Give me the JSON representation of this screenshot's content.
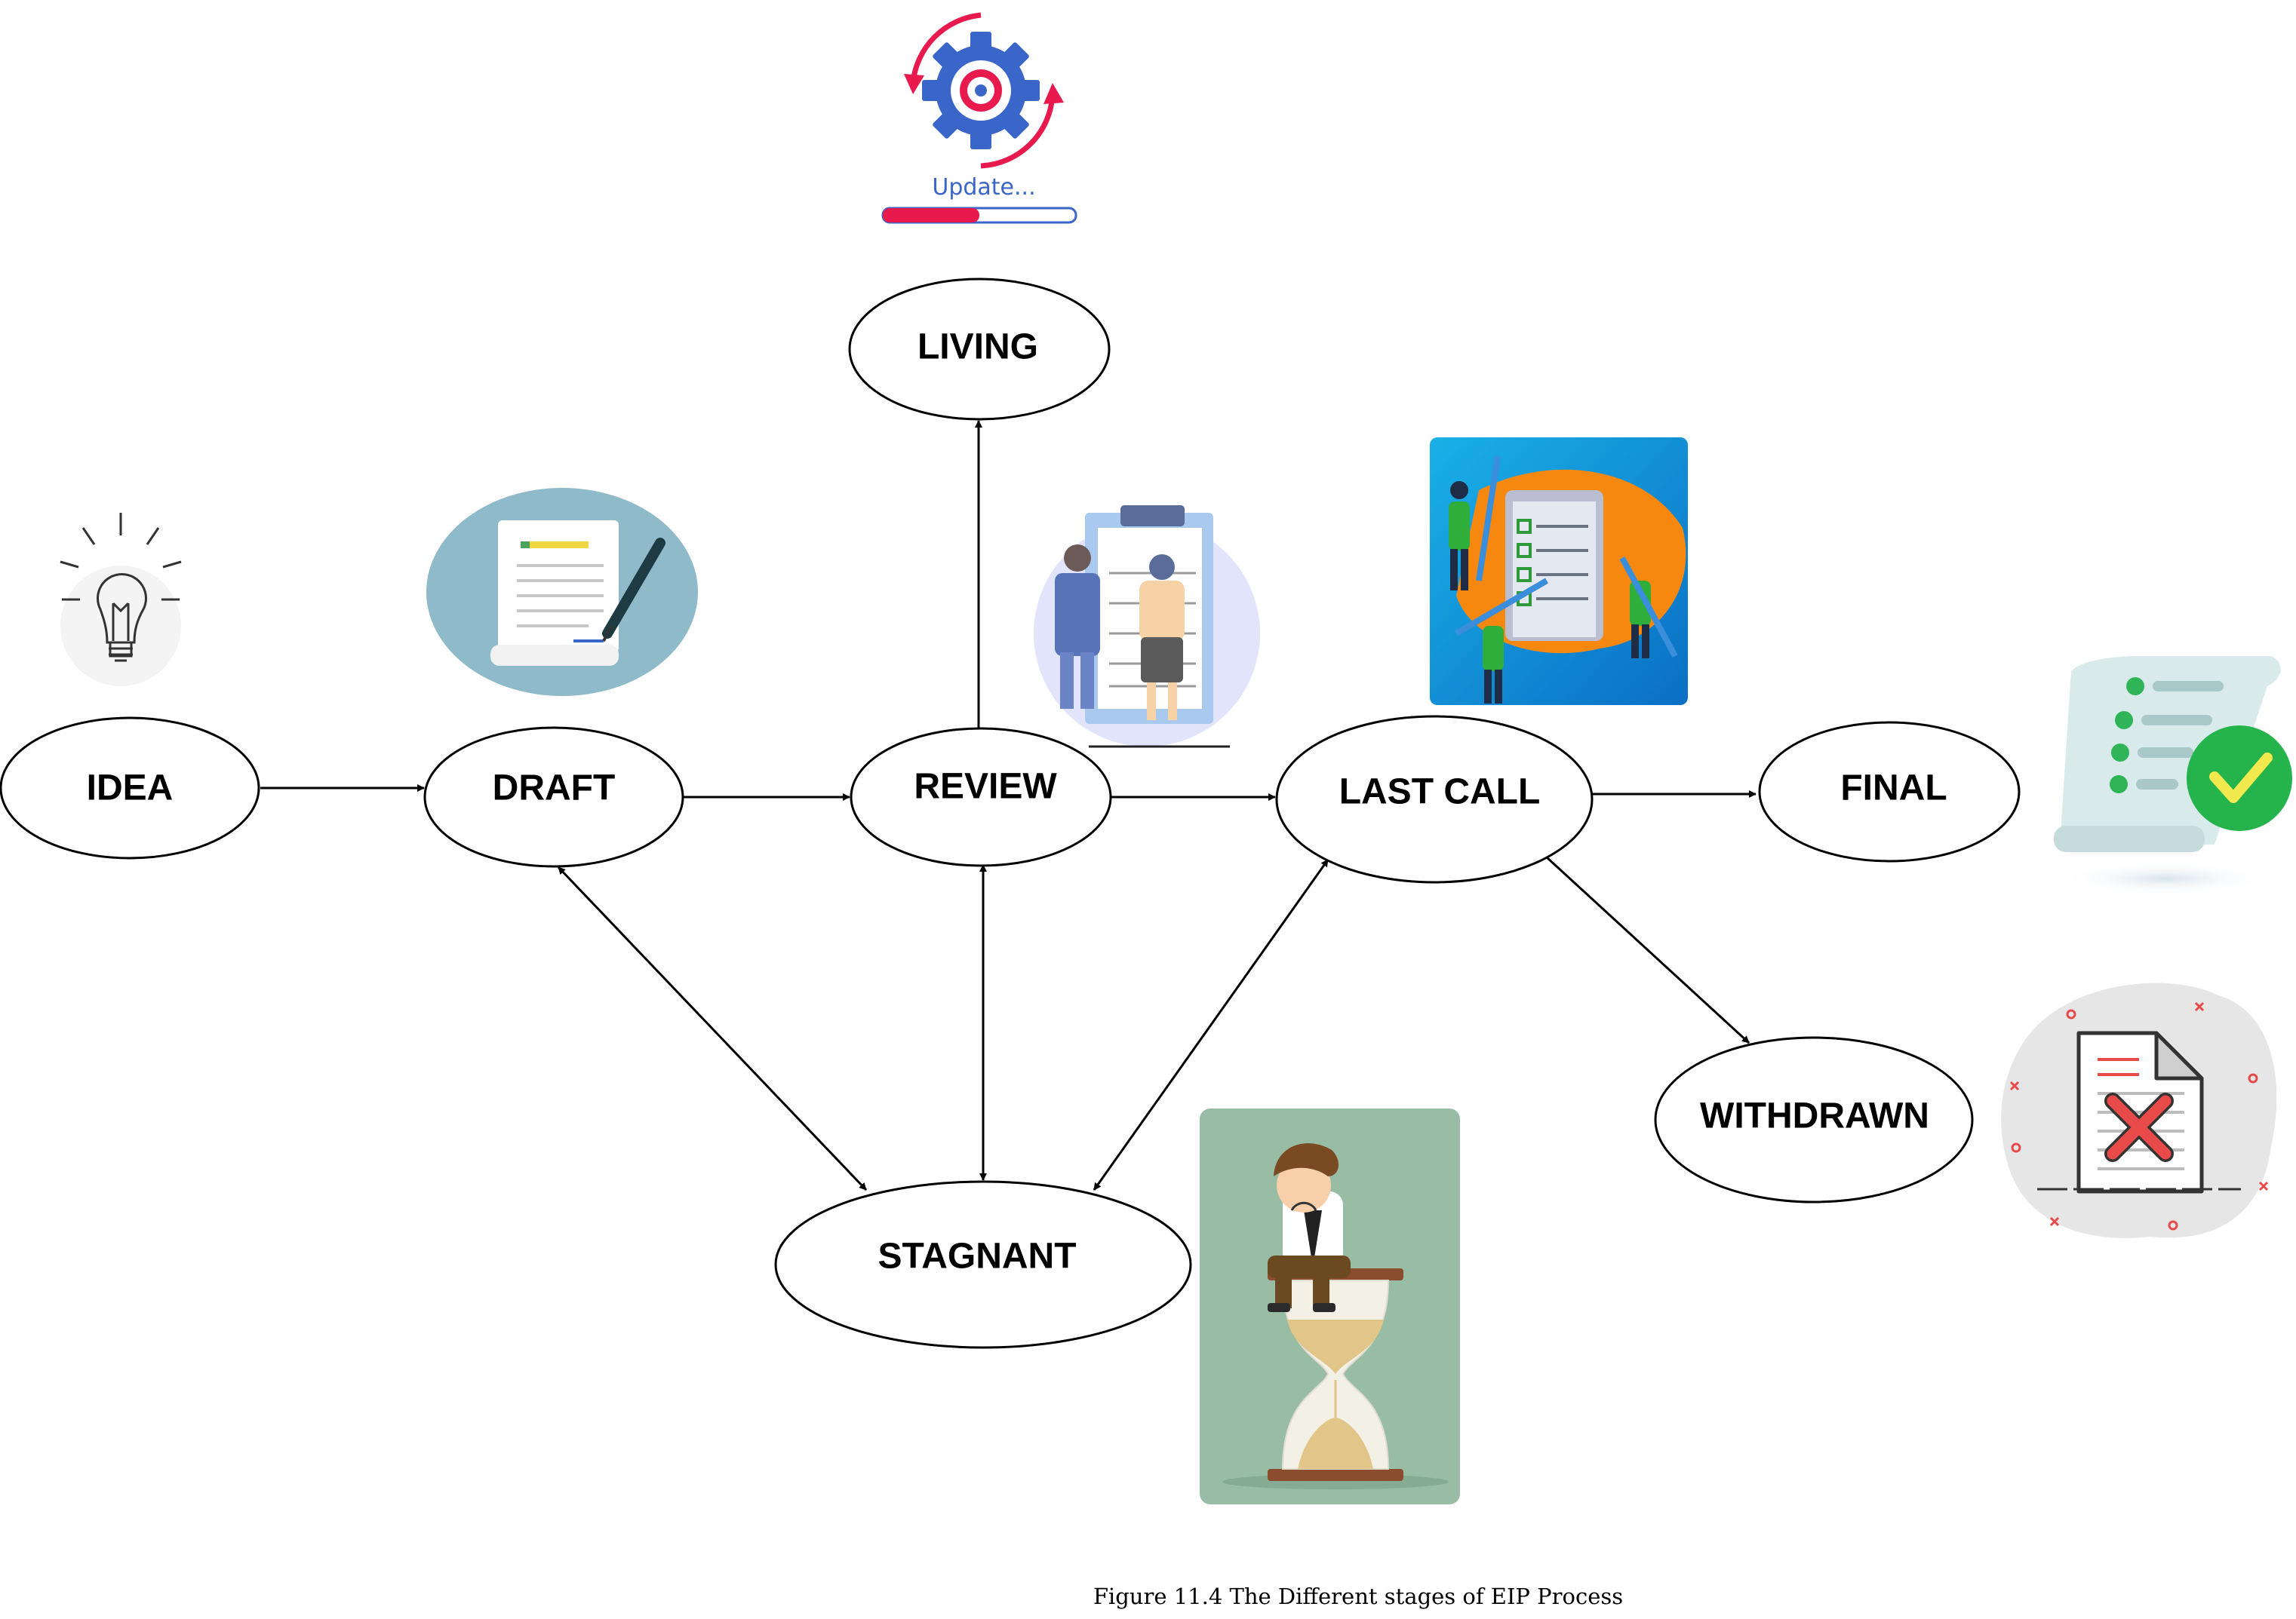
{
  "nodes": [
    {
      "id": "idea",
      "label": "IDEA"
    },
    {
      "id": "draft",
      "label": "DRAFT"
    },
    {
      "id": "review",
      "label": "REVIEW"
    },
    {
      "id": "living",
      "label": "LIVING"
    },
    {
      "id": "last-call",
      "label": "LAST CALL"
    },
    {
      "id": "final",
      "label": "FINAL"
    },
    {
      "id": "withdrawn",
      "label": "WITHDRAWN"
    },
    {
      "id": "stagnant",
      "label": "STAGNANT"
    }
  ],
  "edges": [
    {
      "from": "idea",
      "to": "draft",
      "direction": "forward"
    },
    {
      "from": "draft",
      "to": "review",
      "direction": "forward"
    },
    {
      "from": "review",
      "to": "living",
      "direction": "forward"
    },
    {
      "from": "review",
      "to": "last-call",
      "direction": "forward"
    },
    {
      "from": "last-call",
      "to": "final",
      "direction": "forward"
    },
    {
      "from": "last-call",
      "to": "withdrawn",
      "direction": "forward"
    },
    {
      "from": "draft",
      "to": "stagnant",
      "direction": "both"
    },
    {
      "from": "review",
      "to": "stagnant",
      "direction": "both"
    },
    {
      "from": "last-call",
      "to": "stagnant",
      "direction": "both"
    }
  ],
  "illustrations": {
    "update": {
      "icon": "gear-update-icon",
      "text": "Update...",
      "progress": 0.5
    },
    "idea": {
      "icon": "lightbulb-icon"
    },
    "draft": {
      "icon": "document-pen-icon"
    },
    "review": {
      "icon": "clipboard-review-icon"
    },
    "last_call": {
      "icon": "checklist-team-icon"
    },
    "final": {
      "icon": "approved-document-icon"
    },
    "withdrawn": {
      "icon": "rejected-document-icon"
    },
    "stagnant": {
      "icon": "hourglass-waiting-icon"
    }
  },
  "colors": {
    "accent_red": "#e8194c",
    "accent_blue": "#3a66c9",
    "stroke": "#000000"
  },
  "caption": "Figure 11.4 The Different stages of EIP Process"
}
